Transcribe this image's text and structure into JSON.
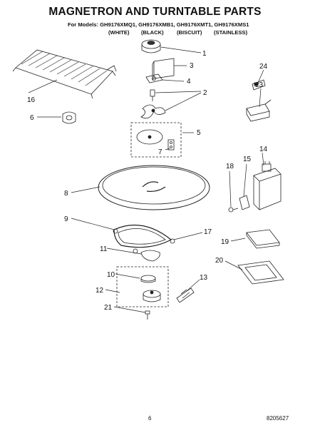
{
  "header": {
    "title": "MAGNETRON AND TURNTABLE PARTS",
    "models_line": "For Models: GH9176XMQ1, GH9176XMB1, GH9176XMT1, GH9176XMS1",
    "colors": [
      "(WHITE)",
      "(BLACK)",
      "(BISCUIT)",
      "(STAINLESS)"
    ]
  },
  "callouts": {
    "c1": "1",
    "c2": "2",
    "c3": "3",
    "c4": "4",
    "c5": "5",
    "c6": "6",
    "c7": "7",
    "c8": "8",
    "c9": "9",
    "c10": "10",
    "c11": "11",
    "c12": "12",
    "c13": "13",
    "c14": "14",
    "c15": "15",
    "c16": "16",
    "c17": "17",
    "c18": "18",
    "c19": "19",
    "c20": "20",
    "c21": "21",
    "c23": "23",
    "c24": "24"
  },
  "footer": {
    "page_number": "6",
    "document_number": "8205627"
  }
}
